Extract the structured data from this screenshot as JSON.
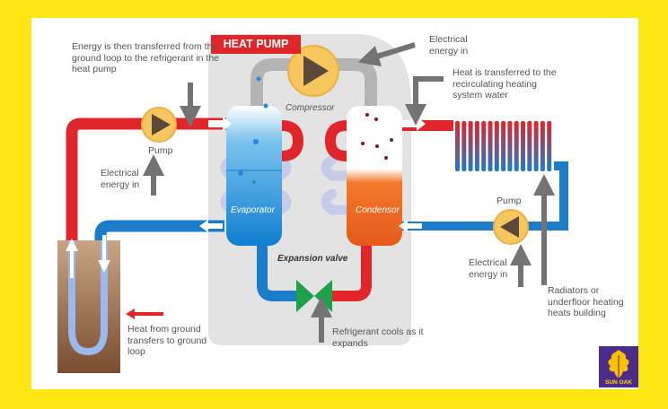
{
  "title": "HEAT PUMP",
  "components": {
    "compressor": "Compressor",
    "evaporator": "Evaporator",
    "condensor": "Condensor",
    "expansion_valve": "Expansion valve"
  },
  "labels": {
    "ground_to_refrigerant": "Energy is then transferred from the ground loop to the refrigerant in the heat pump",
    "pump_left": "Pump",
    "electrical_left": "Electrical energy in",
    "electrical_top": "Electrical energy in",
    "heat_to_water": "Heat is transferred to the recirculating heating system water",
    "pump_right": "Pump",
    "electrical_right": "Electrical energy in",
    "radiators": "Radiators or underfloor heating heats building",
    "refrigerant_cools": "Refrigerant cools as it expands",
    "heat_from_ground": "Heat from ground transfers to ground loop"
  },
  "logo": {
    "text": "SUN OAK"
  },
  "colors": {
    "background": "#FFE615",
    "hot": "#E0252B",
    "cold": "#1C7CC9",
    "title_bg": "#E0252B",
    "pump": "#F7C65F",
    "arrow": "#737373",
    "valve": "#1FA04A",
    "logo_bg": "#4B2C8C"
  }
}
